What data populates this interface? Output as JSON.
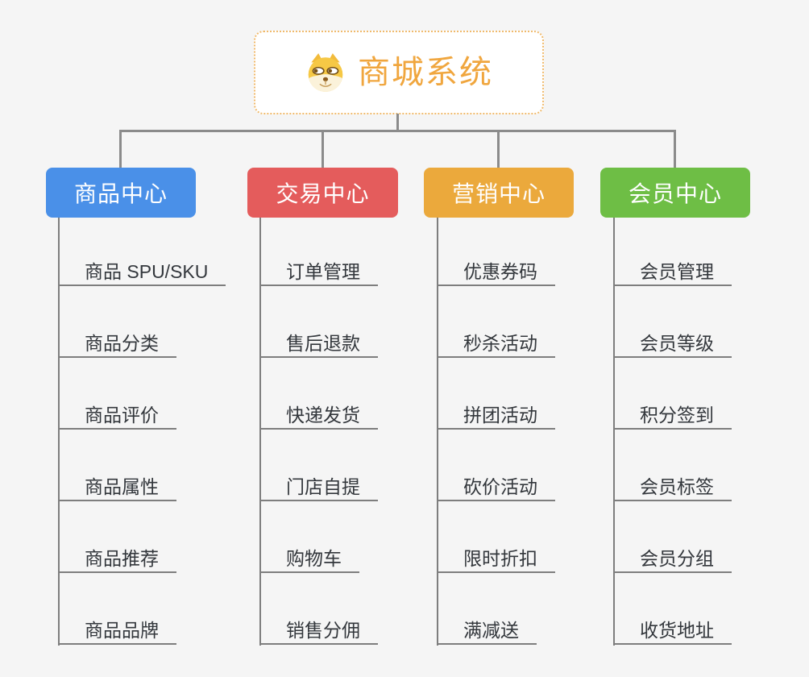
{
  "app": {
    "background": "#F5F5F5",
    "connector_color": "#8B8B8B",
    "underline_color": "#7E7E7E"
  },
  "root": {
    "title": "商城系统",
    "title_color": "#F0A63E",
    "border_color": "#F0BA6C",
    "icon": "doge-icon"
  },
  "branches": [
    {
      "id": "product",
      "label": "商品中心",
      "color": "#4A90E8",
      "items": [
        "商品 SPU/SKU",
        "商品分类",
        "商品评价",
        "商品属性",
        "商品推荐",
        "商品品牌"
      ]
    },
    {
      "id": "trade",
      "label": "交易中心",
      "color": "#E45C5C",
      "items": [
        "订单管理",
        "售后退款",
        "快递发货",
        "门店自提",
        "购物车",
        "销售分佣"
      ]
    },
    {
      "id": "marketing",
      "label": "营销中心",
      "color": "#EBA93C",
      "items": [
        "优惠券码",
        "秒杀活动",
        "拼团活动",
        "砍价活动",
        "限时折扣",
        "满减送"
      ]
    },
    {
      "id": "member",
      "label": "会员中心",
      "color": "#6EBE45",
      "items": [
        "会员管理",
        "会员等级",
        "积分签到",
        "会员标签",
        "会员分组",
        "收货地址"
      ]
    }
  ]
}
